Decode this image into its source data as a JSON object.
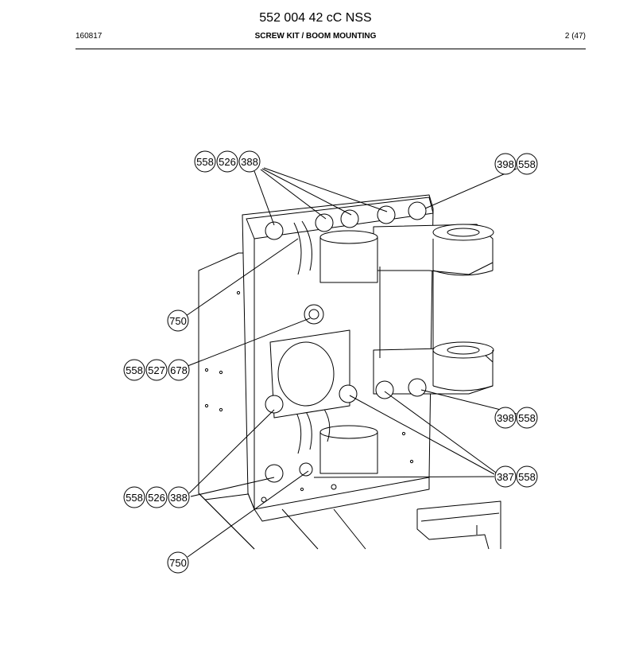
{
  "header": {
    "document_number": "552 004 42 cC NSS",
    "date_code": "160817",
    "section_title": "SCREW KIT / BOOM MOUNTING",
    "page": "2 (47)"
  },
  "callouts": [
    {
      "id": "c-top-left",
      "numbers": [
        "558",
        "526",
        "388"
      ]
    },
    {
      "id": "c-top-right",
      "numbers": [
        "398",
        "558"
      ]
    },
    {
      "id": "c-750-upper",
      "numbers": [
        "750"
      ]
    },
    {
      "id": "c-mid-left",
      "numbers": [
        "558",
        "527",
        "678"
      ]
    },
    {
      "id": "c-mid-right",
      "numbers": [
        "398",
        "558"
      ]
    },
    {
      "id": "c-low-right",
      "numbers": [
        "387",
        "558"
      ]
    },
    {
      "id": "c-low-left",
      "numbers": [
        "558",
        "526",
        "388"
      ]
    },
    {
      "id": "c-750-lower",
      "numbers": [
        "750"
      ]
    }
  ]
}
